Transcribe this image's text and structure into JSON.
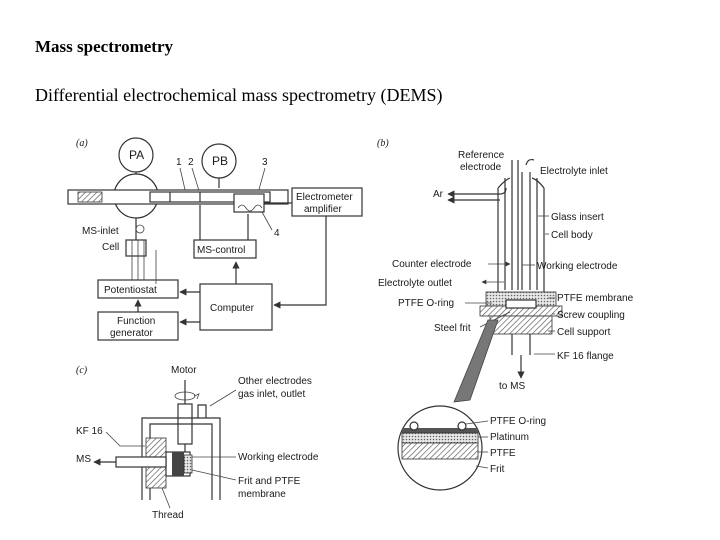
{
  "title": "Mass spectrometry",
  "subtitle": "Differential electrochemical mass spectrometry (DEMS)",
  "panel_a": {
    "tag": "(a)",
    "pa": "PA",
    "pb": "PB",
    "n1": "1",
    "n2": "2",
    "n3": "3",
    "n4": "4",
    "electrometer": [
      "Electrometer",
      "amplifier"
    ],
    "ms_inlet": "MS-inlet",
    "cell": "Cell",
    "ms_control": "MS-control",
    "potentiostat": "Potentiostat",
    "computer": "Computer",
    "function_gen": [
      "Function",
      "generator"
    ]
  },
  "panel_b": {
    "tag": "(b)",
    "reference": [
      "Reference",
      "electrode"
    ],
    "electrolyte_inlet": "Electrolyte inlet",
    "ar": "Ar",
    "glass_insert": "Glass insert",
    "cell_body": "Cell body",
    "counter": "Counter electrode",
    "working": "Working electrode",
    "electrolyte_outlet": "Electrolyte outlet",
    "ptfe_membrane": "PTFE membrane",
    "ptfe_oring": "PTFE O-ring",
    "screw": "Screw coupling",
    "steel_frit": "Steel frit",
    "cell_support": "Cell support",
    "kf16_flange": "KF 16 flange",
    "to_ms": "to MS",
    "inset": [
      "PTFE O-ring",
      "Platinum",
      "PTFE",
      "Frit"
    ]
  },
  "panel_c": {
    "tag": "(c)",
    "motor": "Motor",
    "other": [
      "Other electrodes",
      "gas inlet, outlet"
    ],
    "kf16": "KF 16",
    "ms": "MS",
    "working": "Working electrode",
    "frit": [
      "Frit and PTFE",
      "membrane"
    ],
    "thread": "Thread"
  }
}
